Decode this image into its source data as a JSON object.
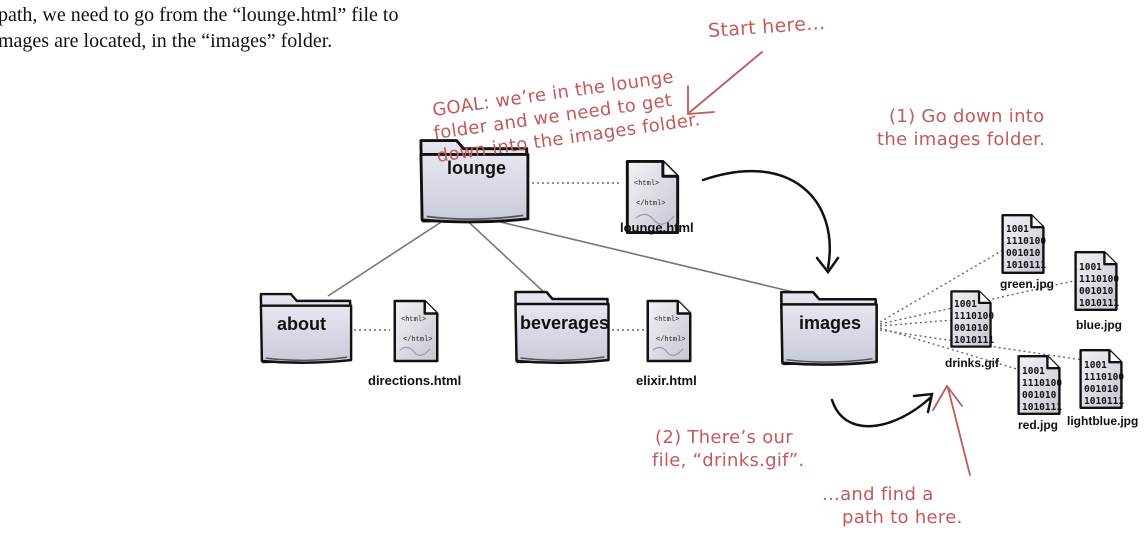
{
  "intro": {
    "line1": "path, we need to go from the “lounge.html” file to",
    "line2": "mages are located, in the “images” folder."
  },
  "notes": {
    "goal_line1": "GOAL: we’re in the lounge",
    "goal_line2": "folder and we need to get",
    "goal_line3": "down into the images folder.",
    "start": "Start here...",
    "step1_line1": "(1) Go down into",
    "step1_line2": "the images folder.",
    "step2_line1": "(2) There’s our",
    "step2_line2": "file, “drinks.gif”.",
    "find_line1": "...and find a",
    "find_line2": "path to here."
  },
  "folders": {
    "lounge": "lounge",
    "about": "about",
    "beverages": "beverages",
    "images": "images"
  },
  "files": {
    "lounge_html": "lounge.html",
    "directions_html": "directions.html",
    "elixir_html": "elixir.html",
    "green_jpg": "green.jpg",
    "blue_jpg": "blue.jpg",
    "drinks_gif": "drinks.gif",
    "red_jpg": "red.jpg",
    "lightblue_jpg": "lightblue.jpg"
  },
  "html_doc_text": {
    "open": "<html>",
    "close": "</html>"
  },
  "image_doc_text": {
    "r1": "1001",
    "r2": "1110100",
    "r3": "001010",
    "r4": "1010111"
  },
  "colors": {
    "folder_fill": "#d9dae6",
    "note_color": "#c25a5a",
    "outline": "#111111"
  }
}
